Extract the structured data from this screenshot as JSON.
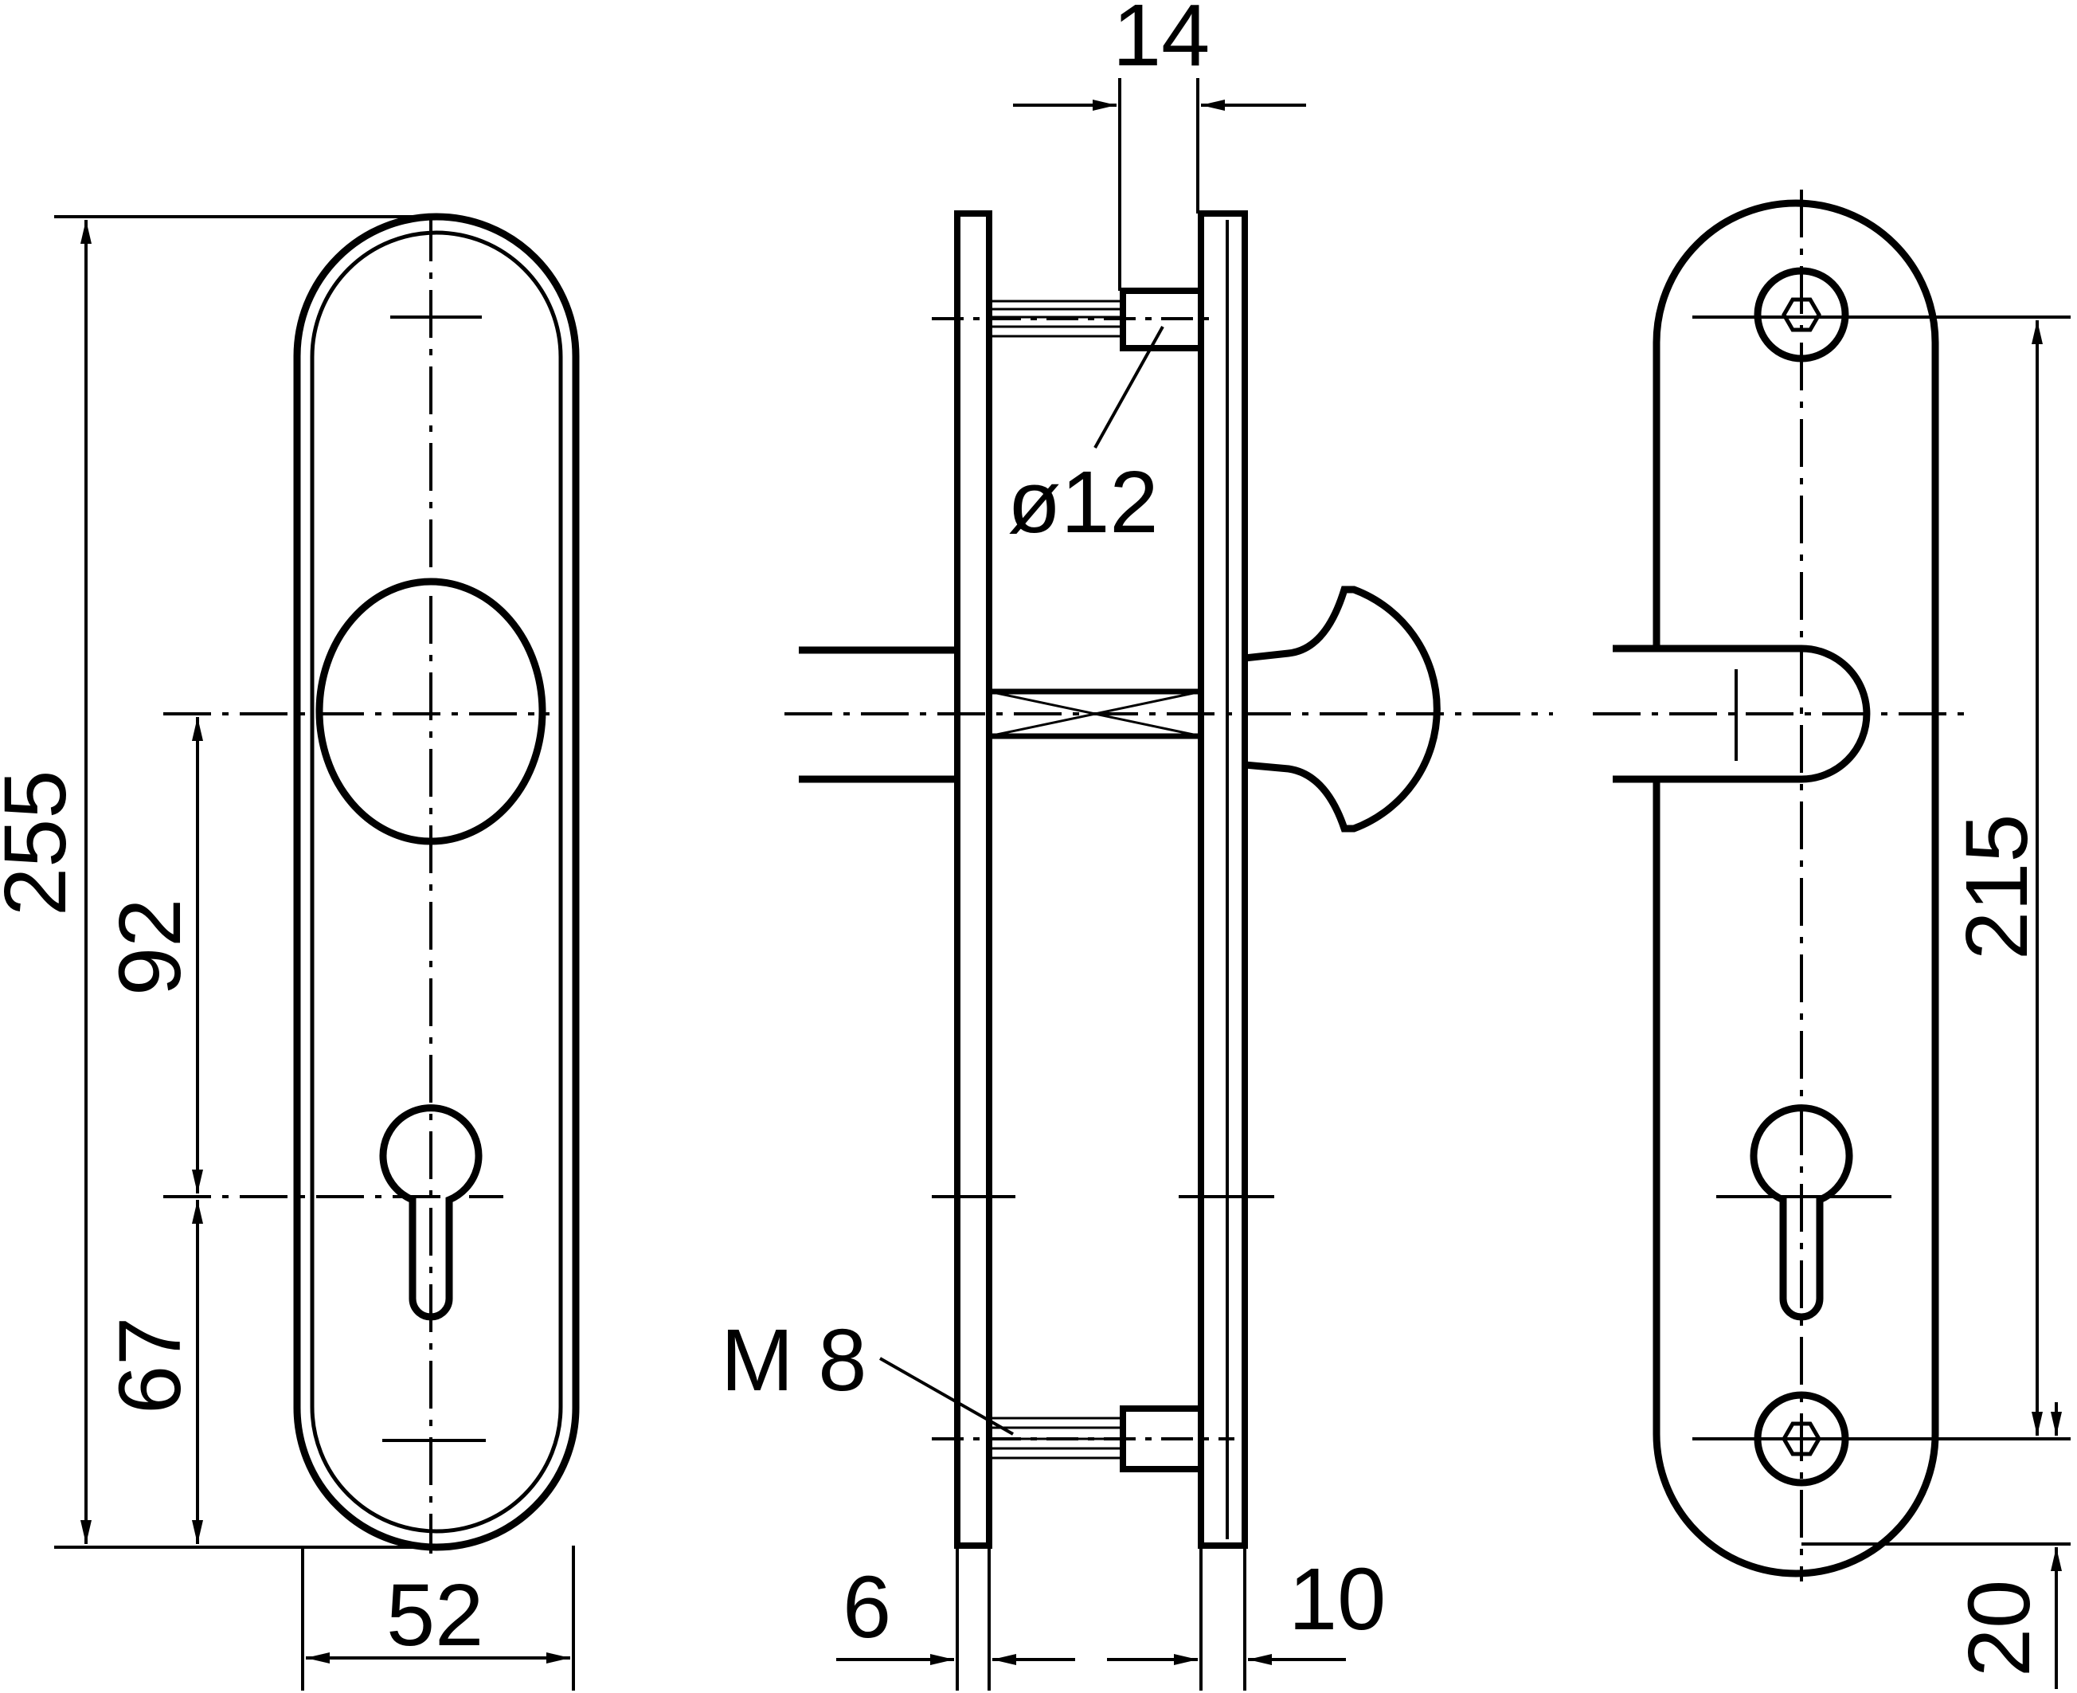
{
  "drawing": {
    "dimensions": {
      "overall_height": "255",
      "handle_to_cylinder": "92",
      "cylinder_to_bottom": "67",
      "plate_width": "52",
      "spacer_width": "14",
      "stud_diameter": "ø12",
      "thread": "M 8",
      "plate_thickness_left": "6",
      "plate_thickness_right": "10",
      "screw_spacing": "215",
      "screw_offset_bottom": "20"
    },
    "colors": {
      "line": "#000000",
      "background": "#ffffff"
    }
  }
}
